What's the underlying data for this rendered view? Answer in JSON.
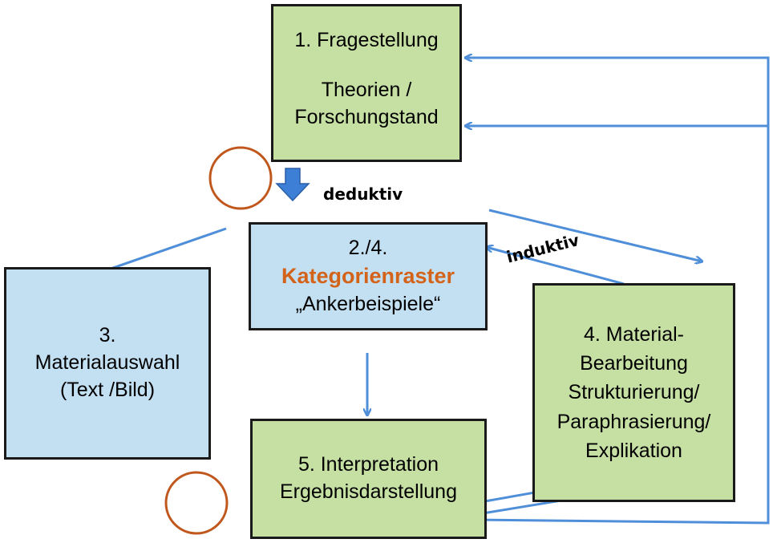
{
  "boxes": {
    "fragestellung": {
      "title": "1. Fragestellung",
      "line2": "Theorien /",
      "line3": "Forschungstand"
    },
    "kategorienraster": {
      "line1": "2./4.",
      "line2": "Kategorienraster",
      "line3": "„Ankerbeispiele“"
    },
    "materialauswahl": {
      "line1": "3.",
      "line2": "Materialauswahl",
      "line3": "(Text /Bild)"
    },
    "materialbearbeitung": {
      "line1": "4.  Material-",
      "line2": "Bearbeitung",
      "line3": "Strukturierung/",
      "line4": "Paraphrasierung/",
      "line5": "Explikation"
    },
    "interpretation": {
      "line1": "5. Interpretation",
      "line2": "Ergebnisdarstellung"
    }
  },
  "labels": {
    "deduktiv": "deduktiv",
    "induktiv": "induktiv"
  },
  "colors": {
    "green_box": "#c6e0a4",
    "blue_box": "#c3dff2",
    "arrow_blue": "#4f8fd9",
    "circle_orange": "#c0581e",
    "accent_orange": "#d4631a"
  }
}
